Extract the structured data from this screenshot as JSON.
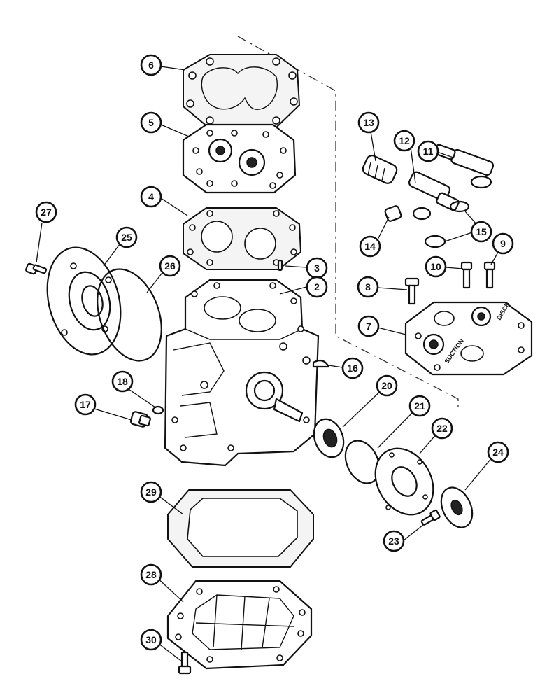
{
  "callouts": {
    "c2": "2",
    "c3": "3",
    "c4": "4",
    "c5": "5",
    "c6": "6",
    "c7": "7",
    "c8": "8",
    "c9": "9",
    "c10": "10",
    "c11": "11",
    "c12": "12",
    "c13": "13",
    "c14": "14",
    "c15": "15",
    "c16": "16",
    "c17": "17",
    "c18": "18",
    "c20": "20",
    "c21": "21",
    "c22": "22",
    "c23": "23",
    "c24": "24",
    "c25": "25",
    "c26": "26",
    "c27": "27",
    "c28": "28",
    "c29": "29",
    "c30": "30"
  },
  "stamps": {
    "suction": "SUCTION",
    "discharge": "DISCH"
  }
}
